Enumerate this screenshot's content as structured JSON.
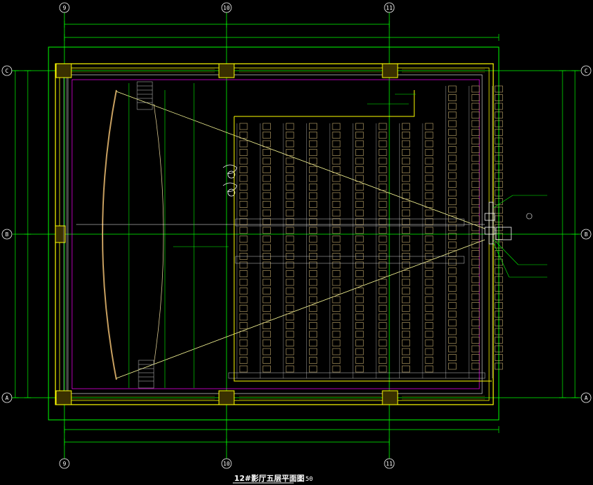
{
  "drawing": {
    "title": "12#影厅五层平面图",
    "scale": "1:50"
  },
  "grid": {
    "columns": [
      "9",
      "10",
      "11"
    ],
    "rows": [
      "C",
      "B",
      "A"
    ]
  },
  "colors": {
    "background": "#000000",
    "grid_line": "#00ff00",
    "wall": "#ffff00",
    "seat": "#c8b070",
    "annotation": "#ffffff",
    "magenta": "#ff00ff",
    "screen": "#c8a060",
    "projection": "#ffff99"
  }
}
